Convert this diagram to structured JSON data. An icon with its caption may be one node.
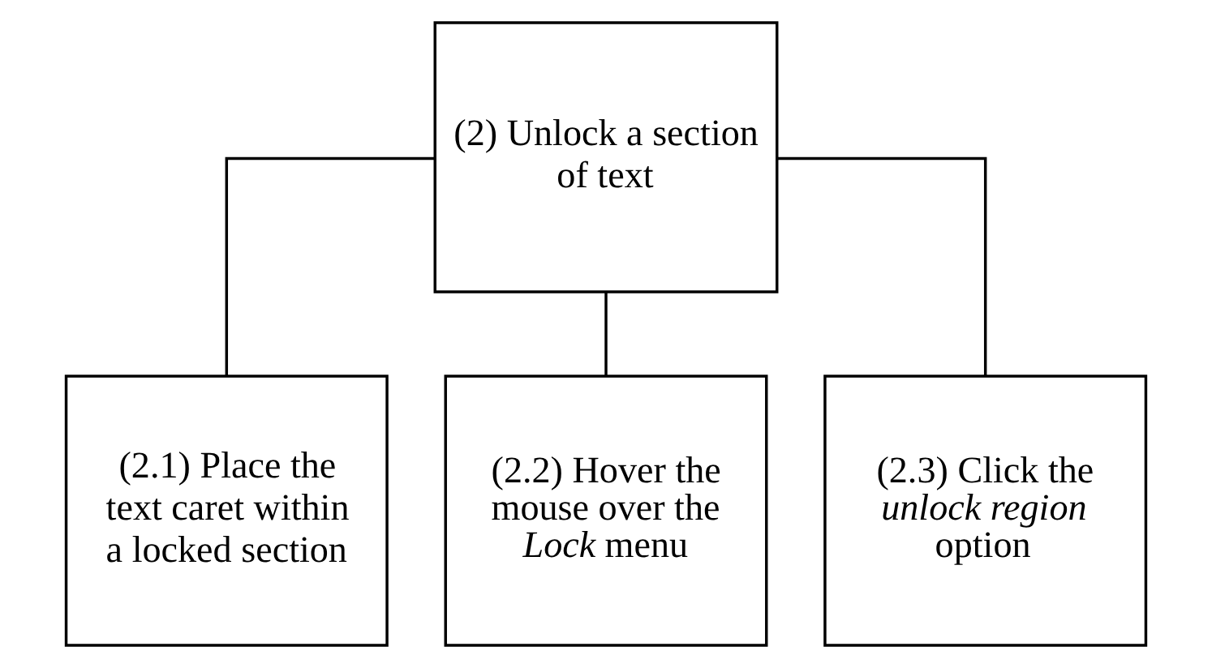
{
  "diagram": {
    "nodes": [
      {
        "text": [
          "(2) Unlock a section of text"
        ]
      },
      {
        "text": [
          "(2.1) Place the text caret within a locked section"
        ]
      },
      {
        "text": [
          "(2.2) Hover the mouse over the *Lock* menu"
        ]
      },
      {
        "text": [
          "(2.3) Click the *unlock region* option"
        ]
      }
    ],
    "edges": [
      {
        "from": 0,
        "to": 1,
        "arrow": "none"
      },
      {
        "from": 0,
        "to": 2,
        "arrow": "none"
      },
      {
        "from": 0,
        "to": 3,
        "arrow": "none"
      }
    ]
  }
}
